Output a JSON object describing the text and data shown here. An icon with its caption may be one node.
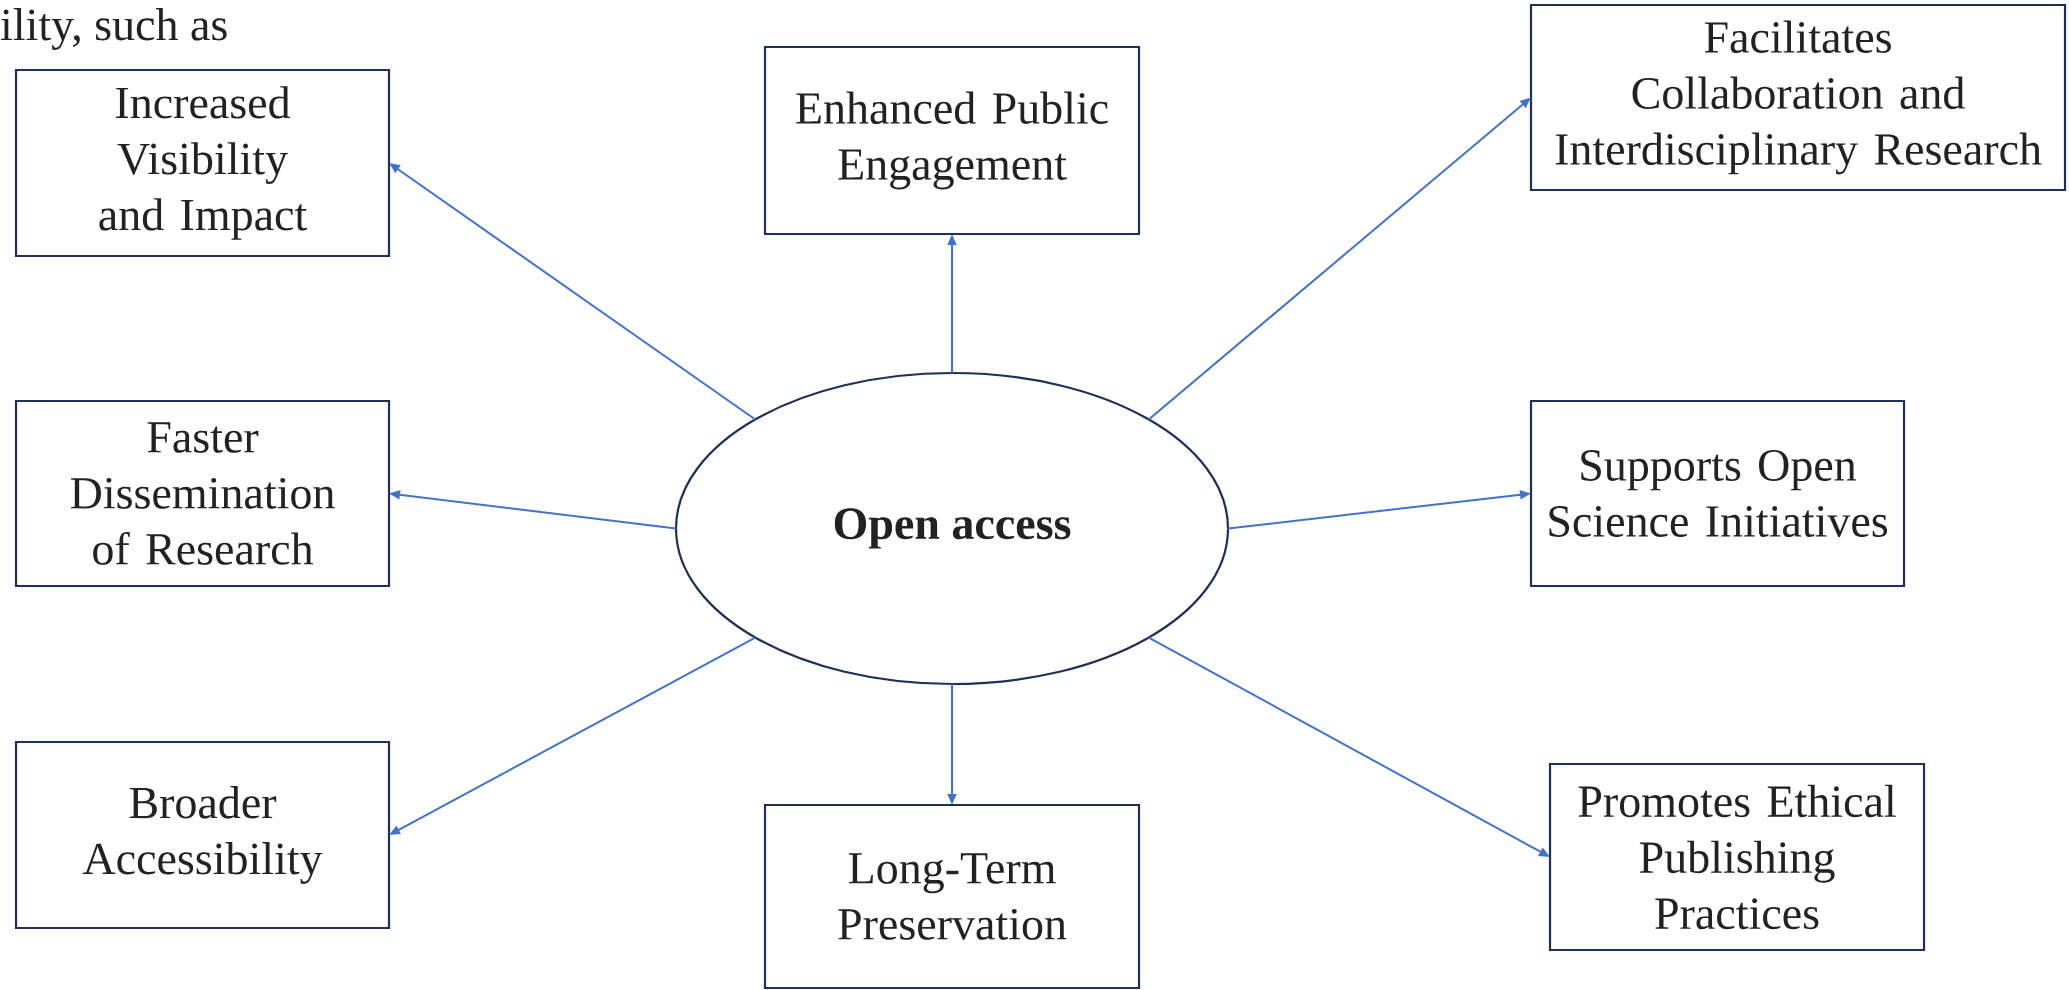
{
  "diagram": {
    "nodes": [
      {
        "text": [
          "Increased Visibility and Impact"
        ]
      },
      {
        "text": [
          "Enhanced Public Engagement"
        ]
      },
      {
        "text": [
          "Facilitates Collaboration and Interdisciplinary Research"
        ]
      },
      {
        "text": [
          "Faster Dissemination of Research"
        ]
      },
      {
        "text": [
          "Open access"
        ]
      },
      {
        "text": [
          "Supports Open Science Initiatives"
        ]
      },
      {
        "text": [
          "Broader Accessibility"
        ]
      },
      {
        "text": [
          "Long-Term Preservation"
        ]
      },
      {
        "text": [
          "Promotes Ethical Publishing Practices"
        ]
      }
    ],
    "edges": [
      {
        "from": 4,
        "to": 0,
        "arrow": "to"
      },
      {
        "from": 4,
        "to": 1,
        "arrow": "to"
      },
      {
        "from": 4,
        "to": 2,
        "arrow": "to"
      },
      {
        "from": 4,
        "to": 3,
        "arrow": "to"
      },
      {
        "from": 4,
        "to": 5,
        "arrow": "to"
      },
      {
        "from": 4,
        "to": 6,
        "arrow": "to"
      },
      {
        "from": 4,
        "to": 7,
        "arrow": "to"
      },
      {
        "from": 4,
        "to": 8,
        "arrow": "to"
      }
    ],
    "labels": [
      "ility, such as"
    ]
  }
}
